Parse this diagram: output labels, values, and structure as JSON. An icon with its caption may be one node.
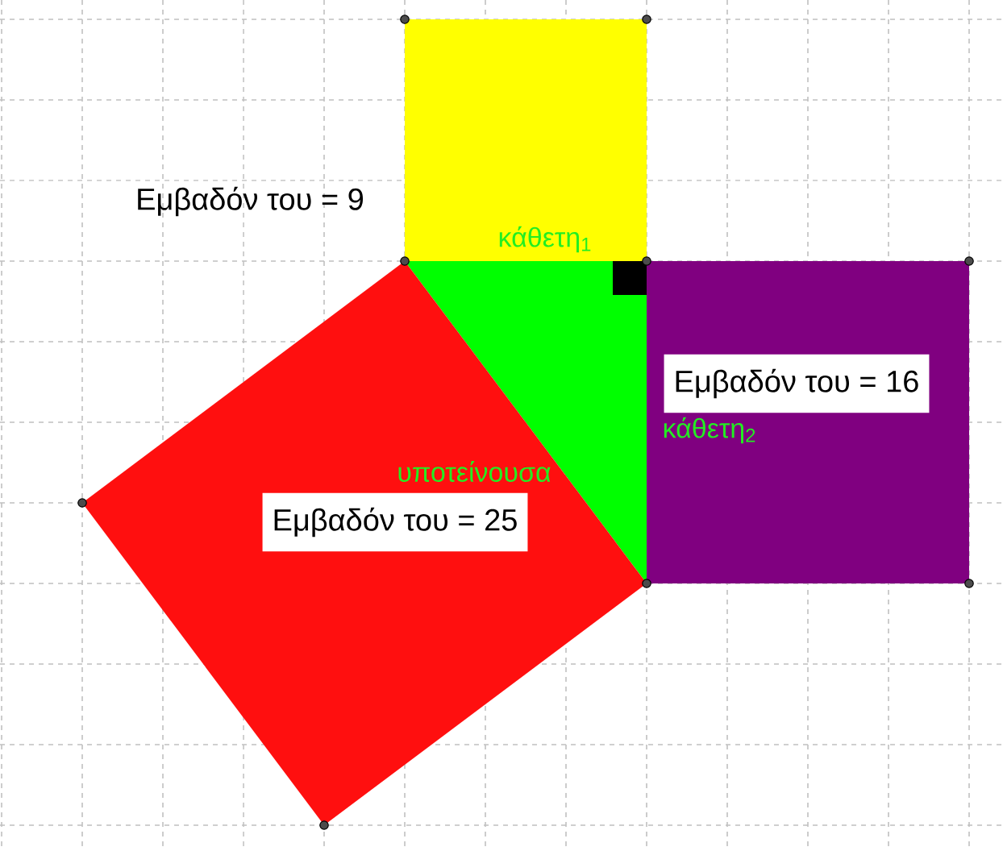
{
  "diagram": {
    "nodes": [
      {
        "text": [],
        "shape": "box",
        "beside": [
          "Εμβαδόν του = 9"
        ]
      },
      {
        "text": [],
        "shape": "triangle"
      },
      {
        "text": [],
        "shape": "box"
      },
      {
        "text": [
          "Εμβαδόν του = 16"
        ],
        "in": 2
      },
      {
        "text": [],
        "shape": "diamond"
      },
      {
        "text": [
          "Εμβαδόν του = 25"
        ],
        "in": 4
      }
    ],
    "labels": [
      "κάθετη$_{1}$",
      "κάθετη$_{2}$",
      "υποτείνουσα"
    ]
  }
}
